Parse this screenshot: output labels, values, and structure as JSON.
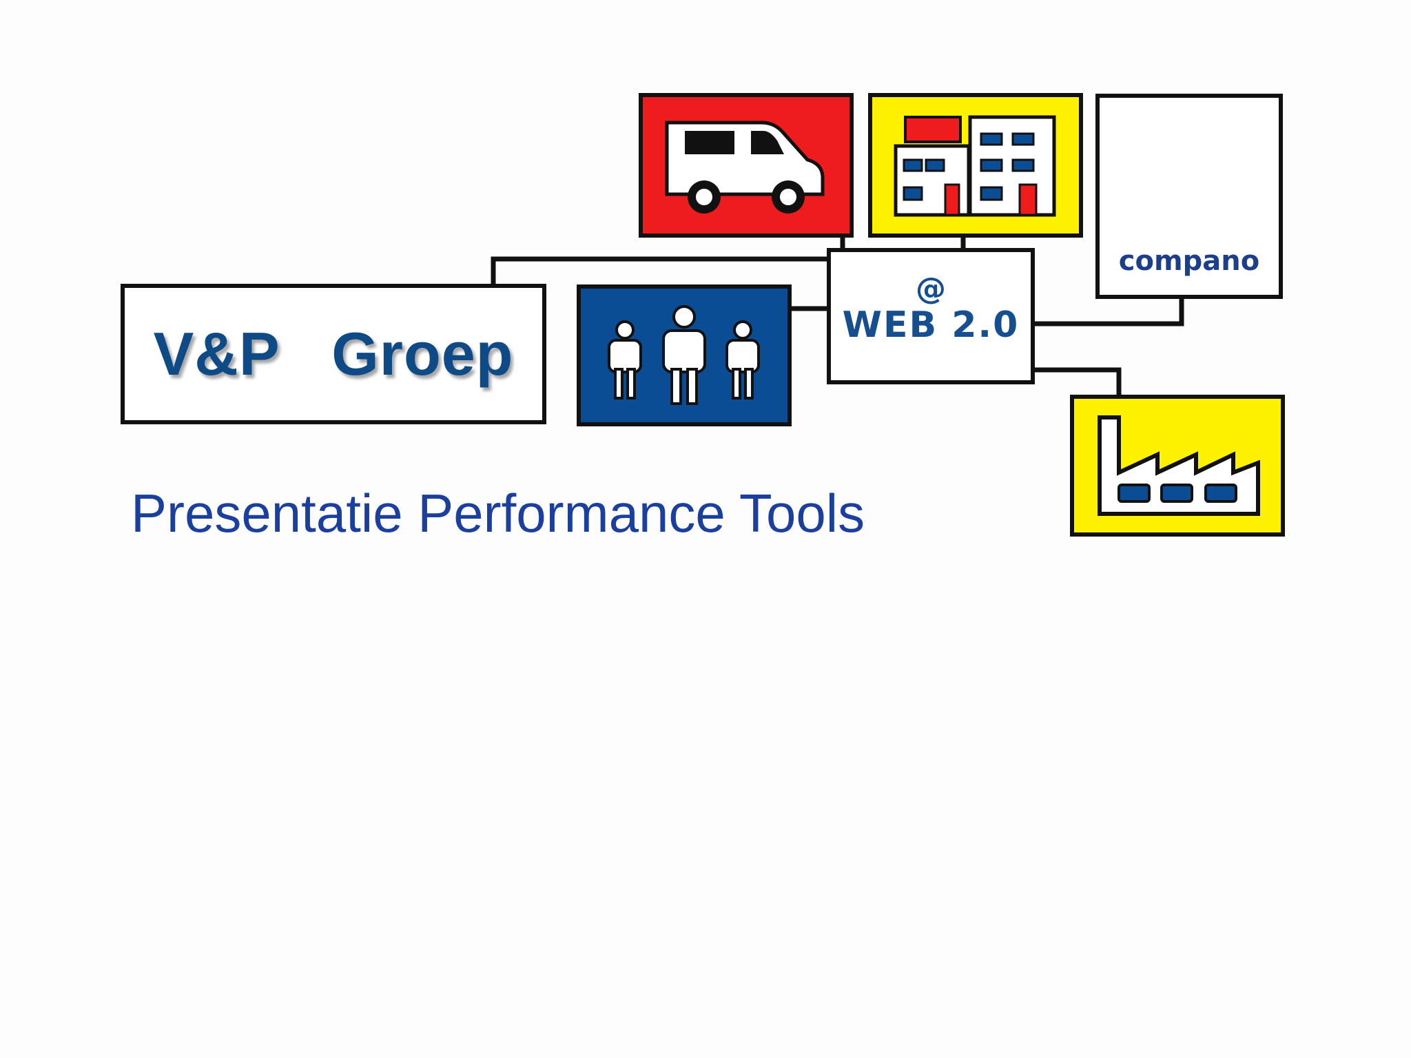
{
  "brand": {
    "name": "V&P   Groep"
  },
  "hub": {
    "at_sign": "@",
    "label": "WEB 2.0"
  },
  "partner": {
    "name": "compano"
  },
  "subtitle": "Presentatie Performance Tools",
  "icons": {
    "transport": "van-icon",
    "buildings": "building-icon",
    "people": "people-icon",
    "industry": "factory-icon",
    "partner_logo": "compano-logo-icon"
  },
  "colors": {
    "red_tile": "#ee1c1c",
    "yellow_tile": "#fff200",
    "blue_tile": "#0b4d94",
    "dark_blue": "#1f2a86",
    "lime": "#b9cf1f",
    "brand_text": "#0e4a86",
    "subtitle_text": "#1b3f9e"
  }
}
